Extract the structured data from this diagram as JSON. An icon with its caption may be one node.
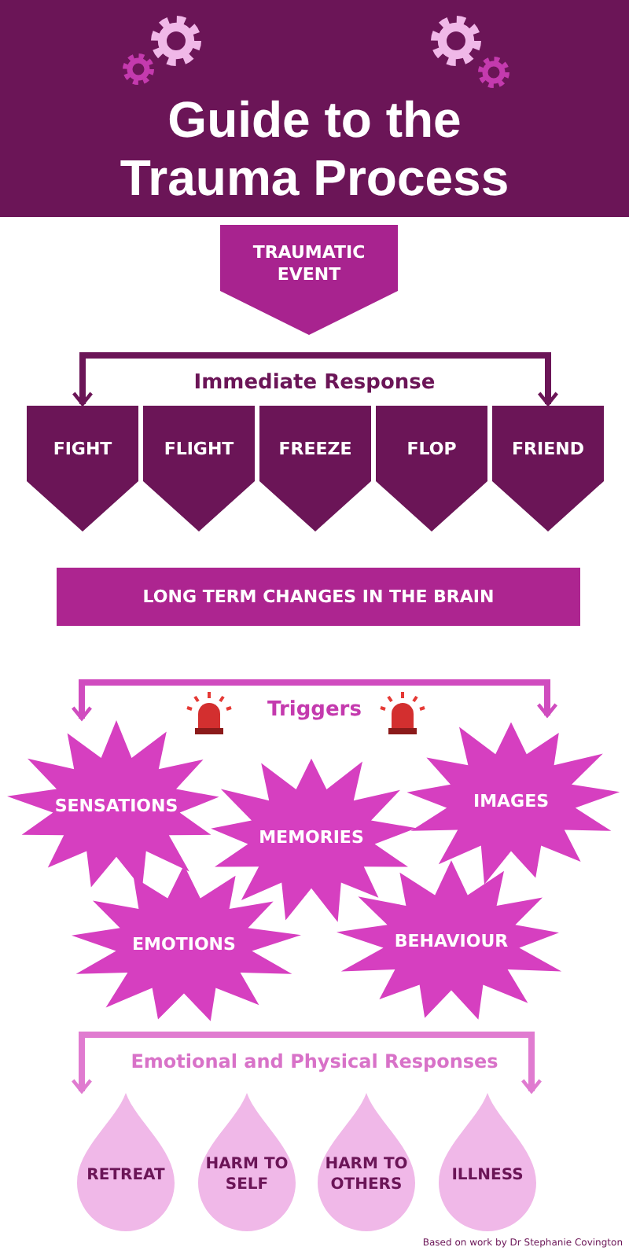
{
  "diagram": {
    "title": "Guide to the Trauma Process",
    "nodes": [
      {
        "text": [
          "TRAUMATIC EVENT"
        ]
      },
      {
        "text": [
          "Immediate Response"
        ]
      },
      {
        "text": [
          "FIGHT"
        ]
      },
      {
        "text": [
          "FLIGHT"
        ]
      },
      {
        "text": [
          "FREEZE"
        ]
      },
      {
        "text": [
          "FLOP"
        ]
      },
      {
        "text": [
          "FRIEND"
        ]
      },
      {
        "text": [
          "LONG TERM CHANGES IN THE BRAIN"
        ]
      },
      {
        "text": [
          "Triggers"
        ]
      },
      {
        "text": [
          "SENSATIONS"
        ]
      },
      {
        "text": [
          "MEMORIES"
        ]
      },
      {
        "text": [
          "IMAGES"
        ]
      },
      {
        "text": [
          "EMOTIONS"
        ]
      },
      {
        "text": [
          "BEHAVIOUR"
        ]
      },
      {
        "text": [
          "Emotional and Physical Responses"
        ]
      },
      {
        "text": [
          "RETREAT"
        ]
      },
      {
        "text": [
          "HARM TO SELF"
        ]
      },
      {
        "text": [
          "HARM TO OTHERS"
        ]
      },
      {
        "text": [
          "ILLNESS"
        ]
      }
    ],
    "edges": [
      {
        "from": 1,
        "to": 2,
        "arrow": "to"
      },
      {
        "from": 1,
        "to": 6,
        "arrow": "to"
      },
      {
        "from": 8,
        "to": 9,
        "arrow": "to",
        "color": "#d04cbf"
      },
      {
        "from": 8,
        "to": 11,
        "arrow": "to",
        "color": "#d04cbf"
      },
      {
        "from": 14,
        "to": 15,
        "arrow": "to",
        "color": "#e07bd0"
      },
      {
        "from": 14,
        "to": 18,
        "arrow": "to",
        "color": "#e07bd0"
      }
    ],
    "labels": [
      "Based on work by Dr Stephanie Covington"
    ]
  }
}
